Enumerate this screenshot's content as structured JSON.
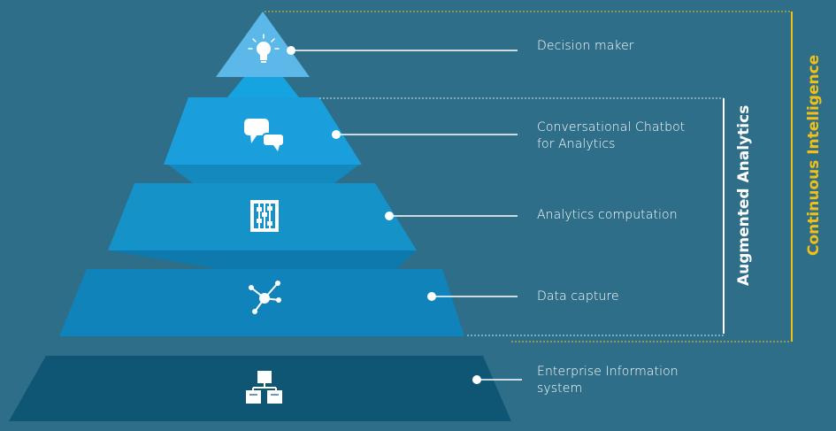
{
  "levels": [
    {
      "label": "Decision maker",
      "icon": "lightbulb-icon"
    },
    {
      "label": "Conversational Chatbot\nfor Analytics",
      "icon": "chat-bubbles-icon"
    },
    {
      "label": "Analytics computation",
      "icon": "abacus-icon"
    },
    {
      "label": "Data capture",
      "icon": "network-nodes-icon"
    },
    {
      "label": "Enterprise Information\nsystem",
      "icon": "hierarchy-boxes-icon"
    }
  ],
  "brackets": {
    "augmented": "Augmented Analytics",
    "continuous": "Continuous Intelligence"
  },
  "colors": {
    "background": "#2e6e89",
    "accent_yellow": "#f2c014",
    "tier_top": "#5bb8e8",
    "tier_2": "#1a9fdc",
    "tier_3": "#1592c8",
    "tier_4": "#1083bb",
    "tier_base": "#0f5675"
  }
}
